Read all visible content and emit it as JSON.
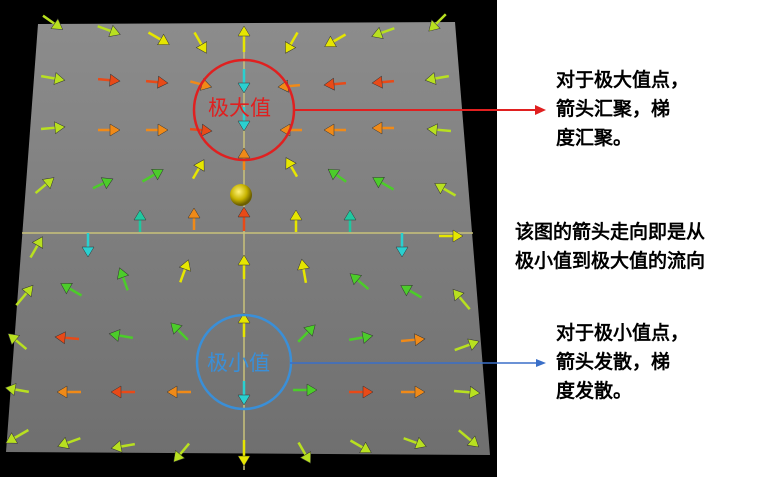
{
  "annotations": {
    "maximum_label": "极大值",
    "minimum_label": "极小值",
    "maximum_note": "对于极大值点，\n箭头汇聚，梯\n度汇聚。",
    "flow_note": "该图的箭头走向即是从\n极小值到极大值的流向",
    "minimum_note": "对于极小值点，\n箭头发散，梯\n度发散。"
  },
  "colors": {
    "maximum_circle": "#e02020",
    "minimum_circle": "#3a8fd8",
    "plane": "#8a8a8a",
    "background": "#000000",
    "sphere": "#c8b400"
  },
  "scene": {
    "description_icons": [
      "arrow-icon",
      "sphere-icon"
    ],
    "arrow_colors": {
      "yellow": "#e6e600",
      "yellow_green": "#b8e020",
      "green": "#4ccc2a",
      "orange": "#f08a18",
      "red": "#e84a18",
      "cyan": "#2ad0d0",
      "teal": "#20c8a0"
    }
  }
}
